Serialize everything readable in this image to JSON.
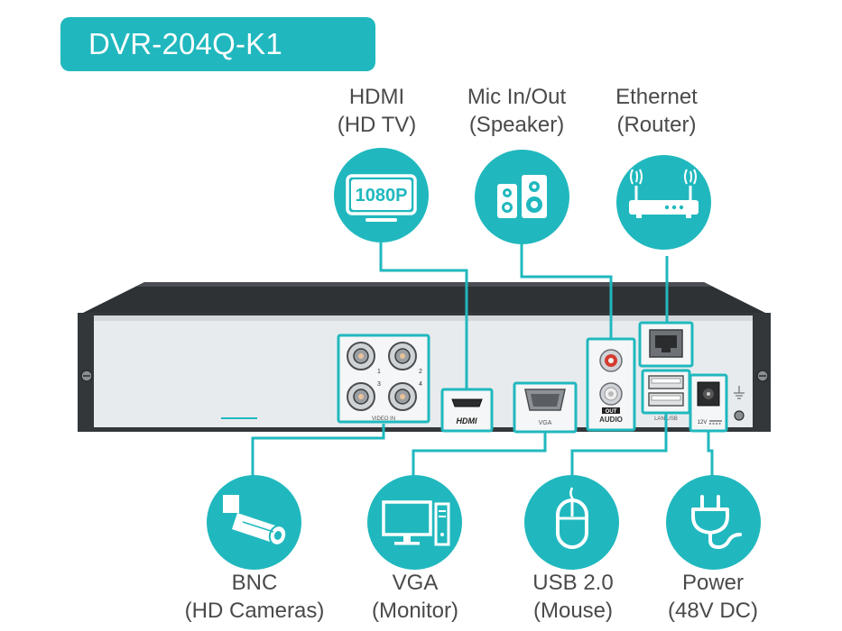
{
  "title": "DVR-204Q-K1",
  "top_ports": [
    {
      "line1": "HDMI",
      "line2": "(HD TV)",
      "icon": "tv-1080p-icon",
      "icon_text": "1080P"
    },
    {
      "line1": "Mic In/Out",
      "line2": "(Speaker)",
      "icon": "speaker-icon"
    },
    {
      "line1": "Ethernet",
      "line2": "(Router)",
      "icon": "router-icon"
    }
  ],
  "bottom_ports": [
    {
      "line1": "BNC",
      "line2": "(HD Cameras)",
      "icon": "camera-icon"
    },
    {
      "line1": "VGA",
      "line2": "(Monitor)",
      "icon": "monitor-icon"
    },
    {
      "line1": "USB 2.0",
      "line2": "(Mouse)",
      "icon": "mouse-icon"
    },
    {
      "line1": "Power",
      "line2": "(48V DC)",
      "icon": "power-plug-icon"
    }
  ],
  "panel_labels": {
    "hdmi": "HDMI",
    "vga": "VGA",
    "audio_out": "OUT",
    "audio": "AUDIO",
    "lan_usb": "LAN USB",
    "power": "12V",
    "video_in": "VIDEO IN",
    "bnc_numbers": [
      "1",
      "2",
      "3",
      "4"
    ]
  },
  "colors": {
    "accent": "#20b8be",
    "text": "#4a4a4a",
    "panel": "#e9ecef",
    "case": "#3a3d40"
  }
}
